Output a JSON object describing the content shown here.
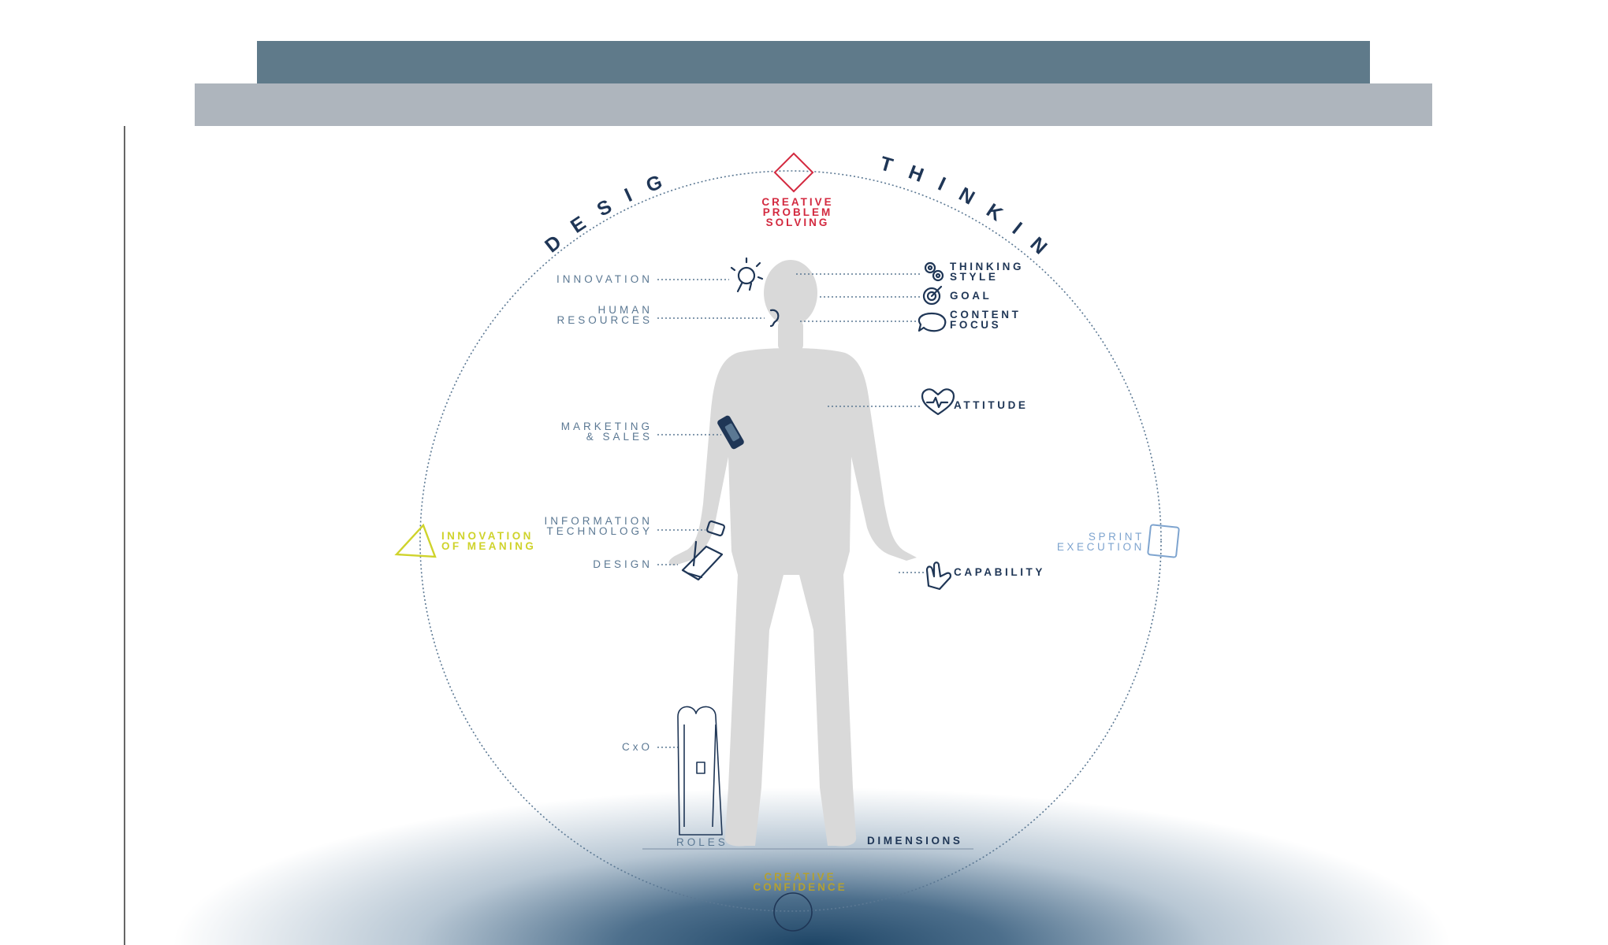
{
  "arc_titles": {
    "left": "DESIGN",
    "right": "THINKING"
  },
  "corners": {
    "top": [
      "CREATIVE",
      "PROBLEM",
      "SOLVING"
    ],
    "left": [
      "INNOVATION",
      "OF MEANING"
    ],
    "right": [
      "SPRINT",
      "EXECUTION"
    ],
    "bottom": [
      "CREATIVE",
      "CONFIDENCE"
    ]
  },
  "roles": {
    "innovation": "INNOVATION",
    "human_resources": [
      "HUMAN",
      "RESOURCES"
    ],
    "marketing": [
      "MARKETING",
      "& SALES"
    ],
    "information_technology": [
      "INFORMATION",
      "TECHNOLOGY"
    ],
    "design": "DESIGN",
    "cxo": "CxO"
  },
  "dimensions": {
    "thinking_style": [
      "THINKING",
      "STYLE"
    ],
    "goal": "GOAL",
    "content_focus": [
      "CONTENT",
      "FOCUS"
    ],
    "attitude": "ATTITUDE",
    "capability": "CAPABILITY"
  },
  "footer": {
    "roles": "ROLES",
    "dimensions": "DIMENSIONS"
  },
  "colors": {
    "navy": "#1f3656",
    "muted_blue": "#5b7893",
    "red": "#d3293f",
    "yellow": "#cfd32c",
    "gold": "#b3a032",
    "light_blue": "#7ea4cf",
    "silhouette": "#d9d9d9"
  },
  "icons": [
    "lightbulb-icon",
    "gears-icon",
    "target-icon",
    "speech-bubble-icon",
    "heart-pulse-icon",
    "hand-icon",
    "diamond-icon",
    "triangle-icon",
    "square-icon",
    "circle-icon",
    "smartwatch-icon",
    "ear-icon",
    "tablet-pen-icon",
    "briefcase-icon"
  ]
}
